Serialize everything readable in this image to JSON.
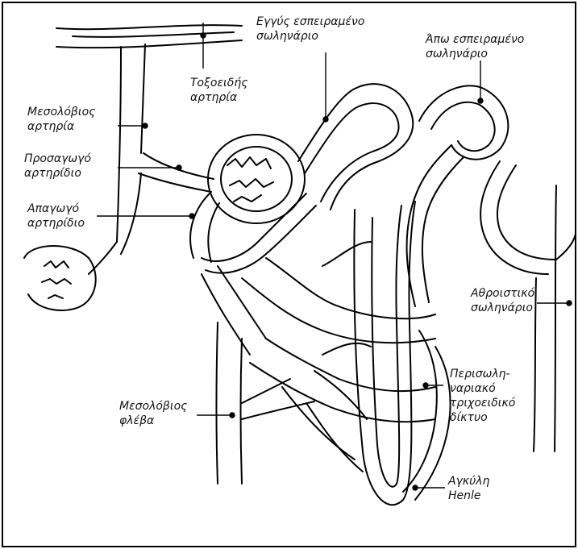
{
  "diagram": {
    "labels": {
      "arcuate_artery": [
        "Τοξοειδής",
        "αρτηρία"
      ],
      "interlobular_artery": [
        "Μεσολόβιος",
        "αρτηρία"
      ],
      "afferent_arteriole": [
        "Προσαγωγό",
        "αρτηρίδιο"
      ],
      "efferent_arteriole": [
        "Απαγωγό",
        "αρτηρίδιο"
      ],
      "proximal_tubule": [
        "Εγγύς εσπειραμένο",
        "σωληνάριο"
      ],
      "distal_tubule": [
        "Άπω εσπειραμένο",
        "σωληνάριο"
      ],
      "collecting_duct": [
        "Αθροιστικό",
        "σωληνάριο"
      ],
      "peritubular_network": [
        "Περισωλη-",
        "ναριακό",
        "τριχοειδικό",
        "δίκτυο"
      ],
      "interlobular_vein": [
        "Μεσολόβιος",
        "φλέβα"
      ],
      "loop_of_henle": [
        "Αγκύλη",
        "Henle"
      ]
    }
  }
}
